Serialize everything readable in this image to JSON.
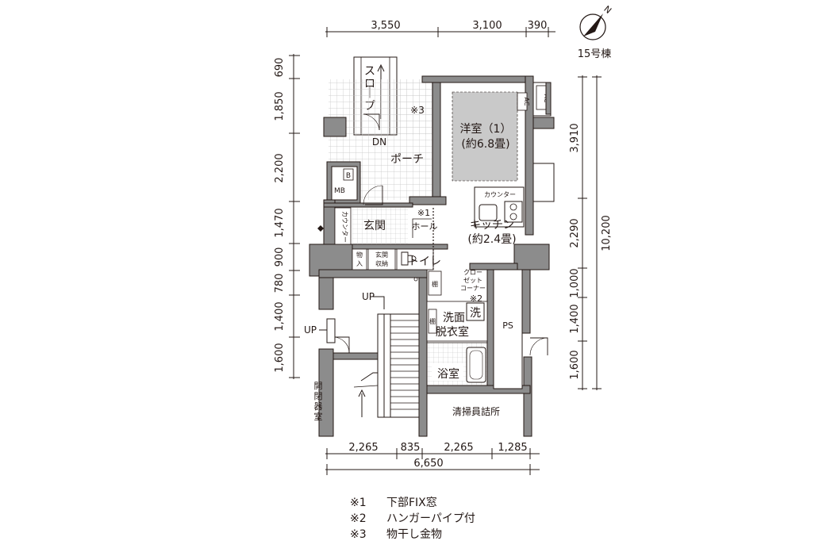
{
  "compass": {
    "north_letter": "N",
    "building": "15号棟"
  },
  "dims_top": [
    "3,550",
    "3,100",
    "390"
  ],
  "dims_left": [
    "690",
    "1,850",
    "2,200",
    "1,470",
    "900",
    "780",
    "1,400",
    "1,600"
  ],
  "dims_right_inner": [
    "3,910",
    "2,290",
    "1,000",
    "1,400",
    "1,600"
  ],
  "dim_right_total": "10,200",
  "dims_bottom": [
    "2,265",
    "835",
    "2,265",
    "1,285"
  ],
  "dim_bottom_total": "6,650",
  "rooms": {
    "slope": "スロープ",
    "mark3": "※3",
    "dn": "DN",
    "porch": "ポーチ",
    "western_name": "洋室（1）",
    "western_size": "(約6.8畳)",
    "ac1": "AC",
    "ac2": "AC",
    "kitchen_counter": "カウンター",
    "kitchen_name": "キッチン",
    "kitchen_size": "(約2.4畳)",
    "mark1": "※1",
    "hall": "ホール",
    "mb": "MB",
    "b": "B",
    "genkan": "玄関",
    "counter_v": "カウンター",
    "mono1": "物",
    "mono2": "入",
    "genkan_storage1": "玄関",
    "genkan_storage2": "収納",
    "toilet": "トイレ",
    "tana1": "棚",
    "closet1": "クロー",
    "closet2": "ゼット",
    "closet3": "コーナー",
    "mark2": "※2",
    "washroom1": "洗面",
    "washroom2": "脱衣室",
    "wash_machine": "洗",
    "tana2": "棚",
    "bath": "浴室",
    "ps": "PS",
    "up1": "UP",
    "up2": "UP",
    "kaihei1": "開",
    "kaihei2": "閉",
    "kaihei3": "器",
    "kaihei4": "室",
    "cleaner": "清掃員詰所"
  },
  "notes": [
    {
      "mark": "※1",
      "text": "下部FIX窓"
    },
    {
      "mark": "※2",
      "text": "ハンガーパイプ付"
    },
    {
      "mark": "※3",
      "text": "物干し金物"
    }
  ],
  "colors": {
    "ink": "#231815",
    "wall": "#231815",
    "wall_fill": "#8c8c8c",
    "room_fill": "#c9c9c9",
    "grid": "#bdbdbd"
  }
}
